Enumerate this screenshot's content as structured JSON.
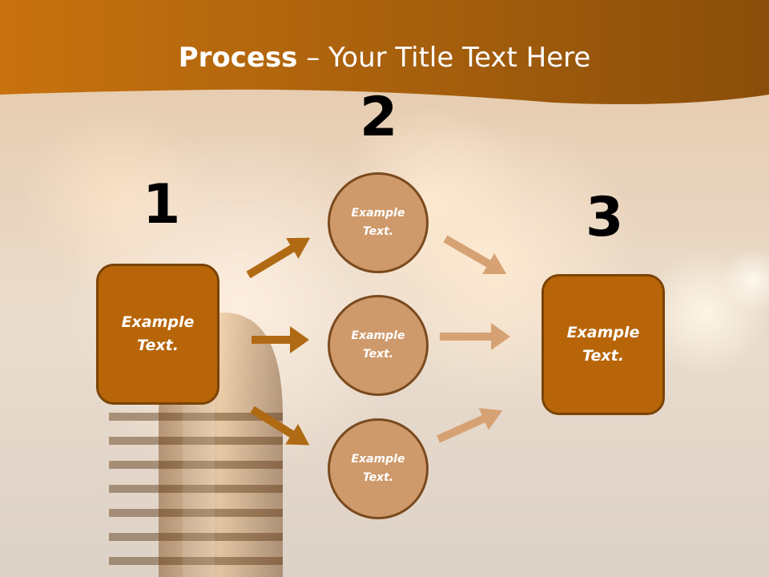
{
  "title": {
    "bold": "Process",
    "rest": " – Your Title Text Here"
  },
  "steps": {
    "one": {
      "number": "1",
      "text": "Example\nText."
    },
    "two": {
      "number": "2"
    },
    "three": {
      "number": "3",
      "text": "Example\nText."
    }
  },
  "circles": [
    {
      "text": "Example\nText."
    },
    {
      "text": "Example\nText."
    },
    {
      "text": "Example\nText."
    }
  ],
  "colors": {
    "header": "#a25c09",
    "box_fill": "#b76508",
    "circle_fill": "#cf9a6b",
    "dark_arrow": "#b06a14",
    "light_arrow": "#d7a273"
  }
}
